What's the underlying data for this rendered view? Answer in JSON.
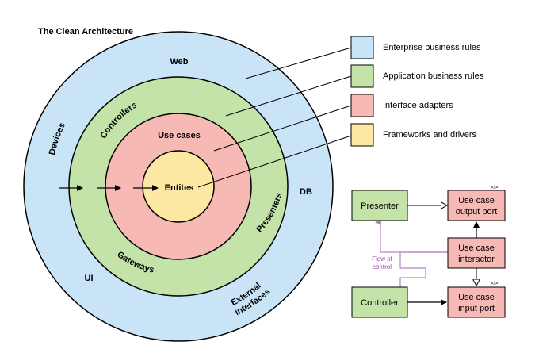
{
  "title": "The Clean Architecture",
  "colors": {
    "enterprise": "#c9e4f7",
    "application": "#c4e3a8",
    "adapters": "#f6b9b4",
    "frameworks": "#fce8a3",
    "flow": "#b583c3"
  },
  "legend": [
    {
      "label": "Enterprise business rules"
    },
    {
      "label": "Application business rules"
    },
    {
      "label": "Interface adapters"
    },
    {
      "label": "Frameworks and drivers"
    }
  ],
  "rings": {
    "web": "Web",
    "devices": "Devices",
    "db": "DB",
    "ui": "UI",
    "external_line1": "External",
    "external_line2": "interfaces",
    "controllers": "Controllers",
    "presenters": "Presenters",
    "gateways": "Gateways",
    "use_cases": "Use cases",
    "entities": "Entites"
  },
  "flow_diagram": {
    "presenter": "Presenter",
    "controller": "Controller",
    "output_port_line1": "Use case",
    "output_port_line2": "output port",
    "interactor_line1": "Use case",
    "interactor_line2": "interactor",
    "input_port_line1": "Use case",
    "input_port_line2": "input port",
    "interface_marker": "<I>",
    "flow_line1": "Flow of",
    "flow_line2": "control"
  }
}
